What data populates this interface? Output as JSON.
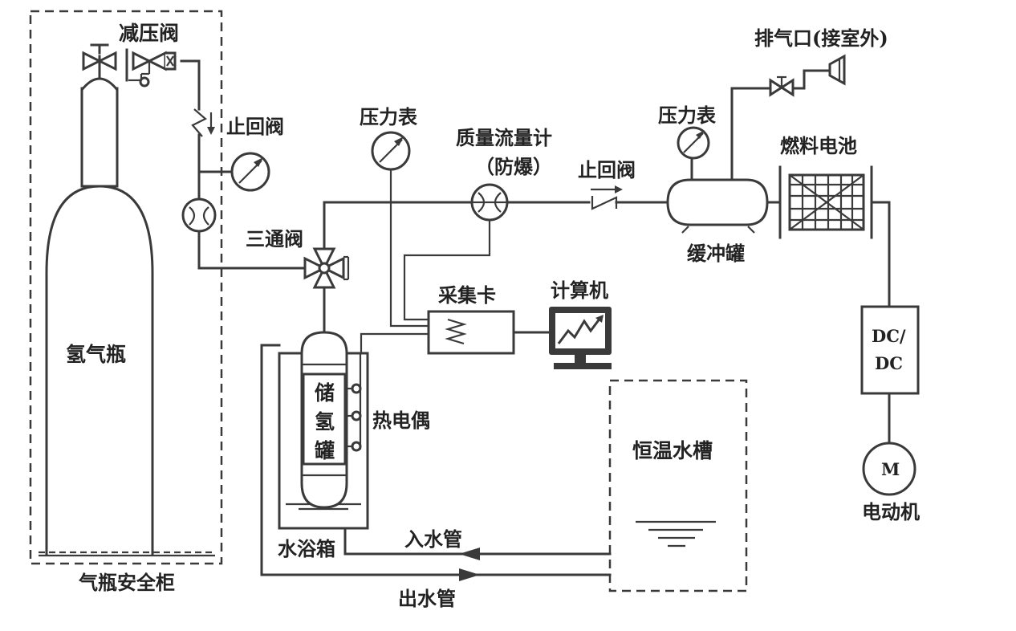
{
  "labels": {
    "pressure_reducer": "减压阀",
    "check_valve_top": "止回阀",
    "pressure_gauge_1": "压力表",
    "mass_flow_meter_line1": "质量流量计",
    "mass_flow_meter_line2": "（防爆）",
    "check_valve_mid": "止回阀",
    "pressure_gauge_2": "压力表",
    "exhaust": "排气口(接室外)",
    "fuel_cell": "燃料电池",
    "buffer_tank": "缓冲罐",
    "three_way_valve": "三通阀",
    "daq_card": "采集卡",
    "computer": "计算机",
    "hydrogen_cylinder": "氢气瓶",
    "storage_tank_1": "储",
    "storage_tank_2": "氢",
    "storage_tank_3": "罐",
    "thermocouple": "热电偶",
    "thermostatic_bath": "恒温水槽",
    "water_bath_box": "水浴箱",
    "water_inlet": "入水管",
    "water_outlet": "出水管",
    "cylinder_cabinet": "气瓶安全柜",
    "dcdc_line1": "DC/",
    "dcdc_line2": "DC",
    "motor_symbol": "M",
    "motor": "电动机"
  },
  "colors": {
    "line": "#3a3a3a",
    "background": "#ffffff",
    "text": "#222222"
  }
}
